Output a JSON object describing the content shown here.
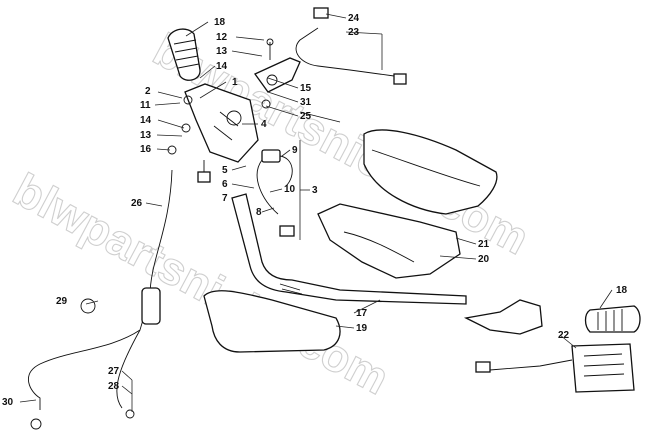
{
  "watermark": "blwpartsniche.com",
  "callouts": [
    "1",
    "2",
    "3",
    "4",
    "5",
    "6",
    "7",
    "8",
    "9",
    "10",
    "11",
    "12",
    "13",
    "13",
    "14",
    "14",
    "15",
    "16",
    "17",
    "18",
    "18",
    "19",
    "20",
    "21",
    "22",
    "23",
    "24",
    "25",
    "26",
    "27",
    "28",
    "29",
    "30",
    "31"
  ]
}
